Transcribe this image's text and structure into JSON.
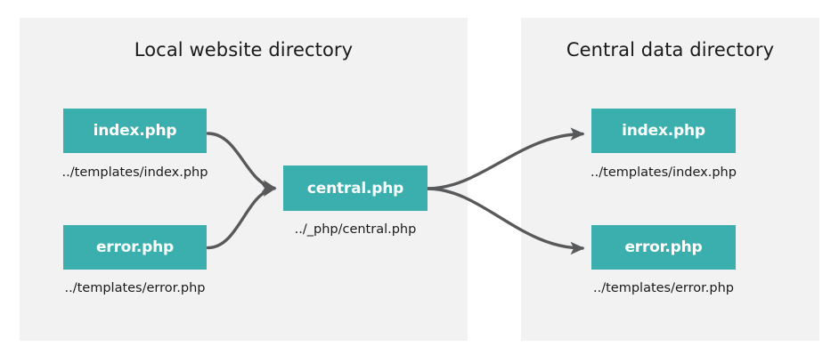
{
  "diagram": {
    "title_hidden": "",
    "colors": {
      "panel_background": "#f2f2f2",
      "canvas_background": "#ffffff",
      "node_fill": "#3aafae",
      "node_text": "#ffffff",
      "caption_text": "#1a1a1a",
      "arrow": "#58595b"
    },
    "panels": [
      {
        "id": "local",
        "title": "Local website directory"
      },
      {
        "id": "central",
        "title": "Central data directory"
      }
    ],
    "nodes": [
      {
        "id": "l-index",
        "label": "index.php",
        "caption": "../templates/index.php"
      },
      {
        "id": "l-error",
        "label": "error.php",
        "caption": "../templates/error.php"
      },
      {
        "id": "central",
        "label": "central.php",
        "caption": "../_php/central.php"
      },
      {
        "id": "r-index",
        "label": "index.php",
        "caption": "../templates/index.php"
      },
      {
        "id": "r-error",
        "label": "error.php",
        "caption": "../templates/error.php"
      }
    ],
    "edges": [
      {
        "from": "l-index",
        "to": "central"
      },
      {
        "from": "l-error",
        "to": "central"
      },
      {
        "from": "central",
        "to": "r-index"
      },
      {
        "from": "central",
        "to": "r-error"
      }
    ]
  }
}
